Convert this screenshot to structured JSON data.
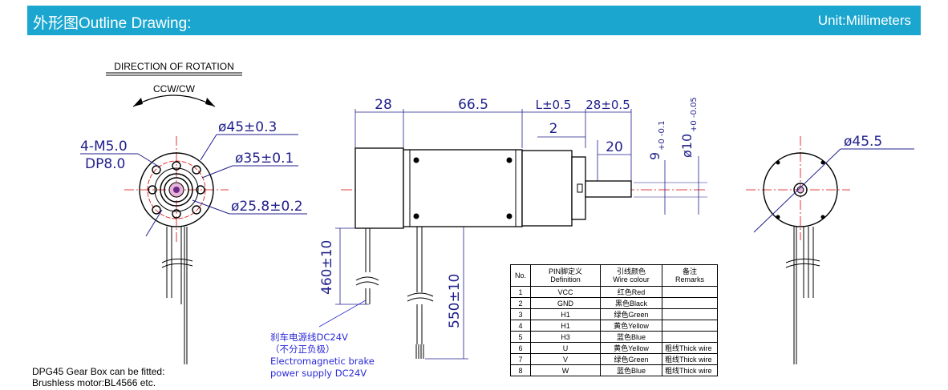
{
  "header": {
    "title": "外形图Outline Drawing:",
    "unit": "Unit:Millimeters",
    "accent_color": "#1ba6cf"
  },
  "front_view": {
    "rotation_title": "DIRECTION OF ROTATION",
    "rotation_dir": "CCW/CW",
    "thread_label": "4-M5.0",
    "depth_label": "DP8.0",
    "dia_outer": "ø45±0.3",
    "dia_pcd": "ø35±0.1",
    "dia_inner": "ø25.8±0.2"
  },
  "side_view": {
    "dim_28": "28",
    "dim_66_5": "66.5",
    "dim_L": "L±0.5",
    "dim_28_b": "28±0.5",
    "dim_2": "2",
    "dim_20": "20",
    "dim_9": "9",
    "dim_9_tol": "+0 -0.1",
    "dim_10": "ø10",
    "dim_10_tol": "+0 -0.05",
    "dim_460": "460±10",
    "dim_550": "550±10"
  },
  "rear_view": {
    "dia": "ø45.5"
  },
  "brake_note": {
    "line1": "刹车电源线DC24V",
    "line2": "（不分正负极）",
    "line3": "Electromagnetic brake",
    "line4": "power supply DC24V"
  },
  "bottom_note": {
    "line1": "DPG45 Gear Box can be fitted:",
    "line2": "Brushless motor:BL4566 etc."
  },
  "pin_table": {
    "headers": {
      "no": "No.",
      "def_cn": "PIN脚定义",
      "def_en": "Definition",
      "wire_cn": "引线颜色",
      "wire_en": "Wire colour",
      "rem_cn": "备注",
      "rem_en": "Remarks"
    },
    "rows": [
      {
        "no": "1",
        "def": "VCC",
        "wire": "红色Red",
        "rem": ""
      },
      {
        "no": "2",
        "def": "GND",
        "wire": "黑色Black",
        "rem": ""
      },
      {
        "no": "3",
        "def": "H1",
        "wire": "绿色Green",
        "rem": ""
      },
      {
        "no": "4",
        "def": "H1",
        "wire": "黄色Yellow",
        "rem": ""
      },
      {
        "no": "5",
        "def": "H3",
        "wire": "蓝色Blue",
        "rem": ""
      },
      {
        "no": "6",
        "def": "U",
        "wire": "黄色Yellow",
        "rem": "粗线Thick wire"
      },
      {
        "no": "7",
        "def": "V",
        "wire": "绿色Green",
        "rem": "粗线Thick wire"
      },
      {
        "no": "8",
        "def": "W",
        "wire": "蓝色Blue",
        "rem": "粗线Thick wire"
      }
    ]
  }
}
